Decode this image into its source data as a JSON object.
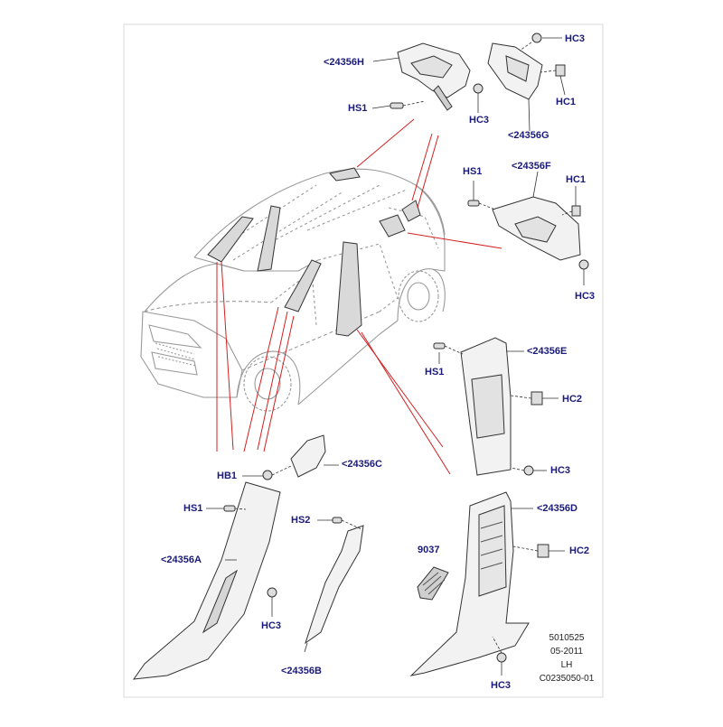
{
  "callouts": {
    "c_24356H": "<24356H",
    "hs1_top": "HS1",
    "hc3_h": "HC3",
    "hc3_g_top": "HC3",
    "hc1_g": "HC1",
    "c_24356G": "<24356G",
    "hs1_f": "HS1",
    "c_24356F": "<24356F",
    "hc1_f": "HC1",
    "hc3_f": "HC3",
    "c_24356E": "<24356E",
    "hs1_e": "HS1",
    "hc2_e": "HC2",
    "hc3_e": "HC3",
    "hb1": "HB1",
    "c_24356C": "<24356C",
    "hs1_a": "HS1",
    "hs2": "HS2",
    "c_24356A": "<24356A",
    "hc3_a": "HC3",
    "c_24356B": "<24356B",
    "p_9037": "9037",
    "c_24356D": "<24356D",
    "hc2_d": "HC2",
    "hc3_d": "HC3"
  },
  "meta": {
    "code": "5010525",
    "date": "05-2011",
    "side": "LH",
    "figure_id": "C0235050-01"
  },
  "colors": {
    "callout_text": "#1a1a7a",
    "leader_red": "#d42020",
    "part_line": "#333333",
    "car_line": "#9a9a9a",
    "frame_border": "#d8d8d8"
  }
}
